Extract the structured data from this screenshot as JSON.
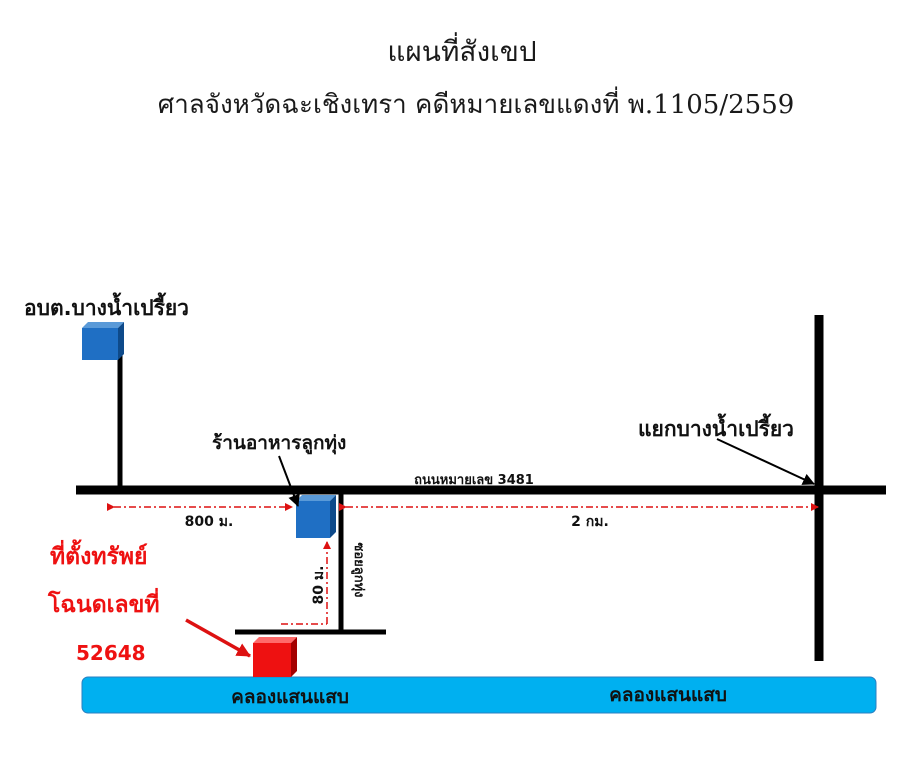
{
  "title": {
    "line1": "แผนที่สังเขป",
    "line2": "ศาลจังหวัดฉะเชิงเทรา คดีหมายเลขแดงที่ พ.1105/2559"
  },
  "map": {
    "places": {
      "obt": "อบต.บางน้ำเปรี้ยว",
      "restaurant": "ร้านอาหารลูกทุ่ง",
      "junction": "แยกบางน้ำเปรี้ยว"
    },
    "roads": {
      "main_road": "ถนนหมายเลข 3481",
      "side_road": "ซอยลูกทุ่ง"
    },
    "distances": {
      "obt_to_restaurant": "800 ม.",
      "restaurant_to_junction": "2 กม.",
      "side_road": "80 ม."
    },
    "property": {
      "line1": "ที่ตั้งทรัพย์",
      "line2": "โฉนดเลขที่",
      "deed_no": "52648"
    },
    "canal": {
      "label_left": "คลองแสนแสบ",
      "label_right": "คลองแสนแสบ"
    },
    "colors": {
      "marker_blue": "#1f6fc4",
      "marker_red": "#ee1111",
      "dimension_red": "#dd1111",
      "canal": "#00b0f0",
      "road": "#000000"
    }
  }
}
